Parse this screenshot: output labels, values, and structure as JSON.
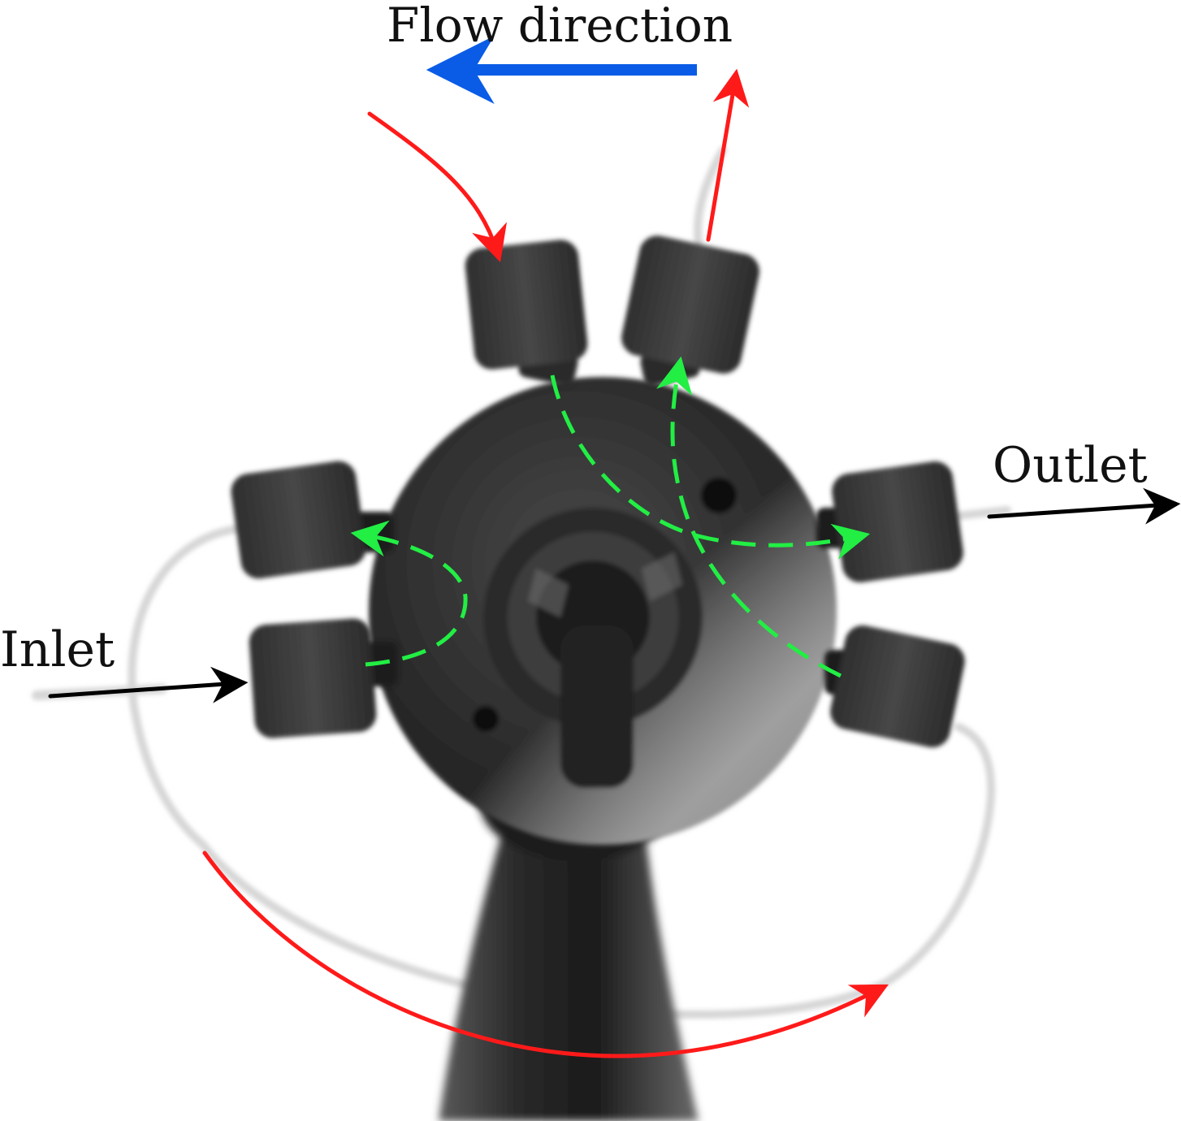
{
  "labels": {
    "flow_direction": "Flow direction",
    "outlet": "Outlet",
    "inlet": "Inlet"
  },
  "colors": {
    "flow_arrow": "#0a5ce6",
    "external_tube_flow": "#ff1a1a",
    "internal_flow": "#22ee44",
    "io_arrows": "#000000",
    "connector": "#3c3c3c",
    "hub": "#353535",
    "tubing": "#d6d6d6"
  }
}
